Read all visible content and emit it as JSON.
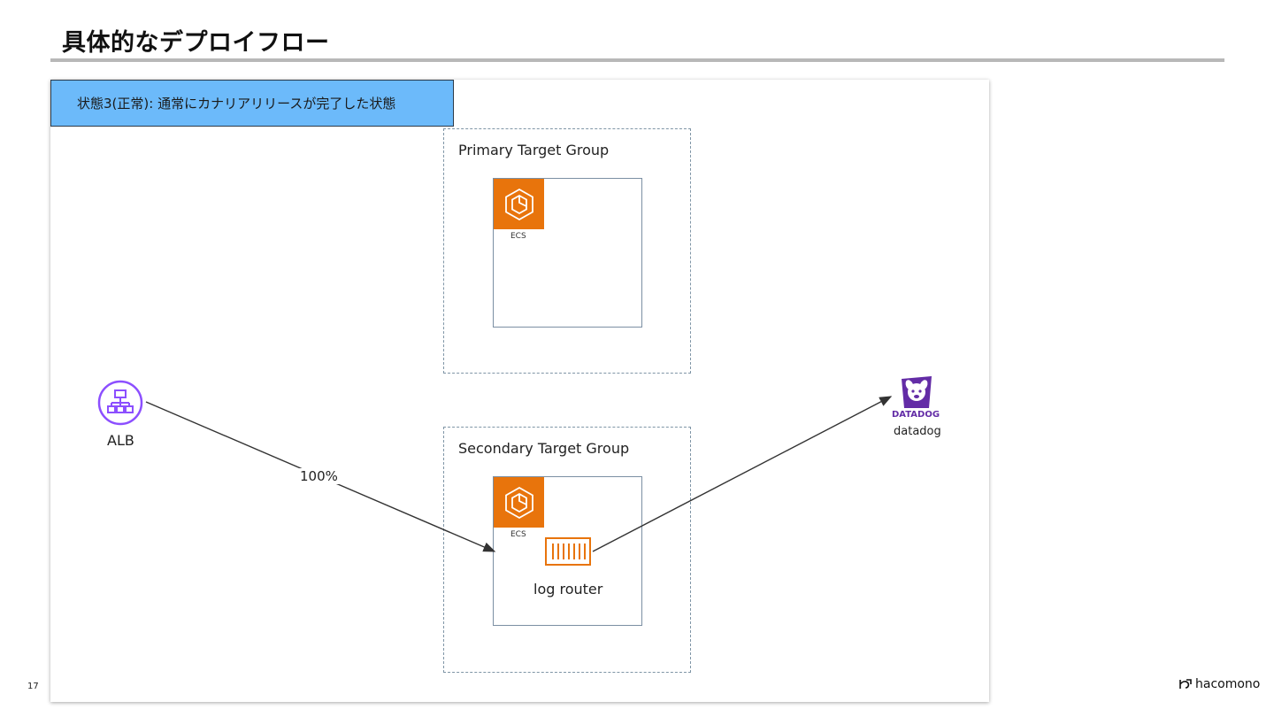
{
  "slide": {
    "title": "具体的なデプロイフロー",
    "page_number": "17",
    "brand": "hacomono"
  },
  "diagram": {
    "state_label": "状態3(正常): 通常にカナリアリリースが完了した状態",
    "primary_group": {
      "title": "Primary Target Group",
      "ecs_caption": "ECS"
    },
    "secondary_group": {
      "title": "Secondary Target Group",
      "ecs_caption": "ECS",
      "router_label": "log router"
    },
    "alb": {
      "label": "ALB"
    },
    "datadog": {
      "logo_text": "DATADOG",
      "label": "datadog"
    },
    "edges": [
      {
        "from": "ALB",
        "to": "Secondary ECS",
        "label": "100%"
      },
      {
        "from": "log router",
        "to": "datadog",
        "label": ""
      }
    ]
  },
  "colors": {
    "state_bg": "#6cbafa",
    "ecs_orange": "#e8740c",
    "alb_purple": "#8c4fff",
    "datadog_purple": "#632ca6",
    "dashed_border": "#7f95a6"
  },
  "icons": {
    "alb": "load-balancer-icon",
    "ecs": "ecs-icon",
    "router": "log-router-icon",
    "datadog": "datadog-dog-icon",
    "brand": "hacomono-logo-icon"
  }
}
